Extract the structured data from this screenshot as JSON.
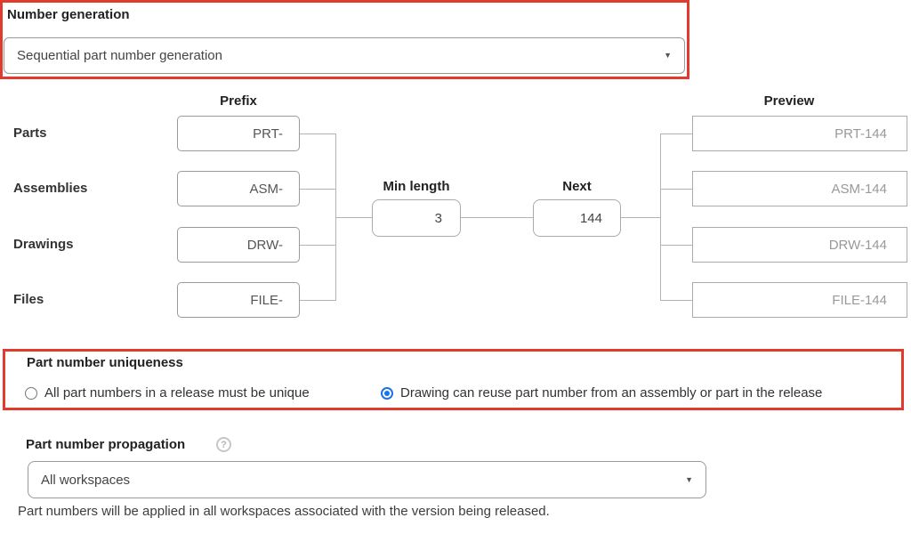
{
  "colors": {
    "annotation_red": "#e23a2d",
    "radio_selected_blue": "#1a73e8",
    "input_border_gray": "#9a9a9a",
    "preview_text_gray": "#999999"
  },
  "number_generation": {
    "label": "Number generation",
    "dropdown_value": "Sequential part number generation",
    "dropdown_arrow": "▼"
  },
  "diagram": {
    "prefix_header": "Prefix",
    "preview_header": "Preview",
    "min_length": {
      "label": "Min length",
      "value": "3"
    },
    "next": {
      "label": "Next",
      "value": "144"
    },
    "rows": [
      {
        "label": "Parts",
        "prefix": "PRT-",
        "preview": "PRT-144"
      },
      {
        "label": "Assemblies",
        "prefix": "ASM-",
        "preview": "ASM-144"
      },
      {
        "label": "Drawings",
        "prefix": "DRW-",
        "preview": "DRW-144"
      },
      {
        "label": "Files",
        "prefix": "FILE-",
        "preview": "FILE-144"
      }
    ]
  },
  "uniqueness": {
    "label": "Part number uniqueness",
    "options": [
      {
        "label": "All part numbers in a release must be unique",
        "selected": false
      },
      {
        "label": "Drawing can reuse part number from an assembly or part in the release",
        "selected": true
      }
    ]
  },
  "propagation": {
    "label": "Part number propagation",
    "help_icon": "?",
    "dropdown_value": "All workspaces",
    "dropdown_arrow": "▼",
    "description": "Part numbers will be applied in all workspaces associated with the version being released."
  }
}
